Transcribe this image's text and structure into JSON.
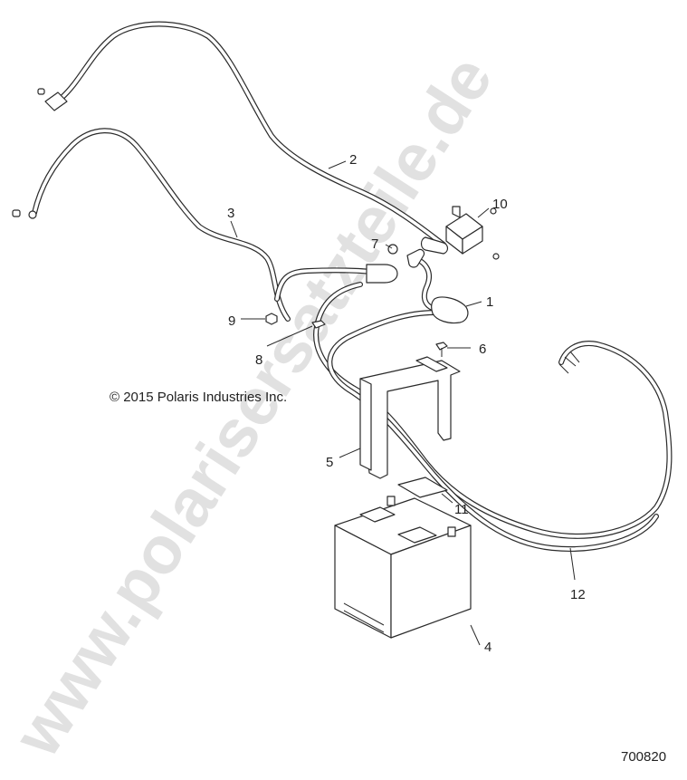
{
  "watermark": "www.polarisersatzteile.de",
  "copyright": "© 2015 Polaris Industries Inc.",
  "reference_number": "700820",
  "callouts": [
    "1",
    "2",
    "3",
    "4",
    "5",
    "6",
    "7",
    "8",
    "9",
    "10",
    "11",
    "12"
  ]
}
